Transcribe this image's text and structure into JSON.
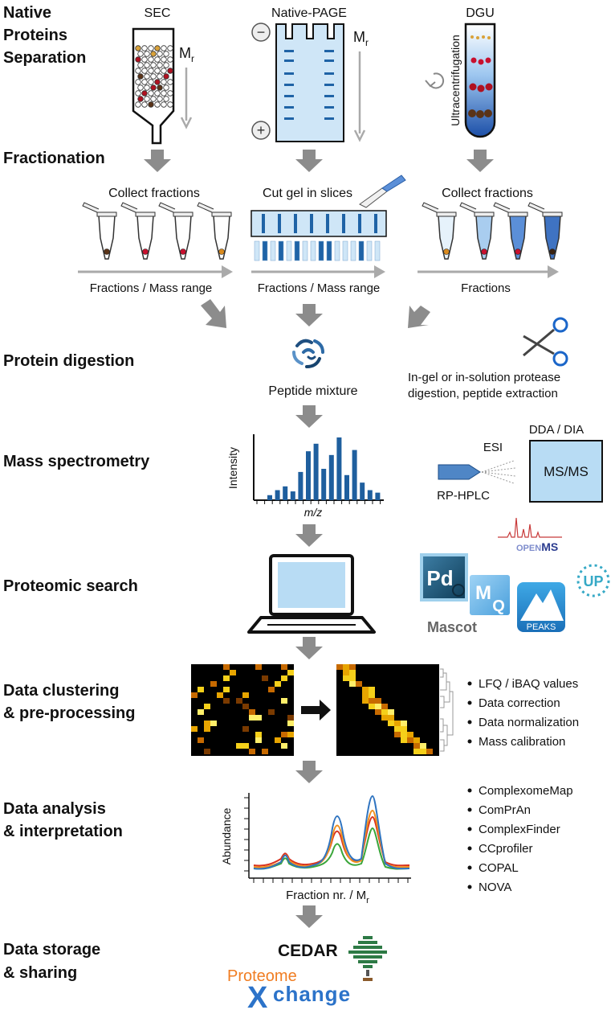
{
  "steps": {
    "separation": [
      "Native",
      "Proteins",
      "Separation"
    ],
    "fractionation": "Fractionation",
    "digestion": "Protein digestion",
    "ms": "Mass spectrometry",
    "search": "Proteomic search",
    "clustering": [
      "Data clustering",
      "& pre-processing"
    ],
    "analysis": [
      "Data analysis",
      "& interpretation"
    ],
    "storage": [
      "Data storage",
      "& sharing"
    ]
  },
  "separation": {
    "sec": "SEC",
    "page": "Native-PAGE",
    "dgu": "DGU",
    "mr": "M",
    "mr_sub": "r",
    "minus": "−",
    "plus": "+",
    "ultracentrifugation": "Ultracentrifugation"
  },
  "fractionation": {
    "collect_left": "Collect fractions",
    "cut_gel": "Cut gel in slices",
    "collect_right": "Collect fractions",
    "axis_left": "Fractions / Mass range",
    "axis_mid": "Fractions / Mass range",
    "axis_right": "Fractions"
  },
  "digestion": {
    "peptide_mixture": "Peptide mixture",
    "protease_line1": "In-gel or in-solution protease",
    "protease_line2": "digestion, peptide extraction"
  },
  "ms": {
    "ylabel": "Intensity",
    "xlabel": "m/z",
    "esi": "ESI",
    "dda_dia": "DDA / DIA",
    "msms": "MS/MS",
    "rphplc": "RP-HPLC",
    "spectrum": [
      0.08,
      0.16,
      0.22,
      0.14,
      0.45,
      0.78,
      0.9,
      0.5,
      0.72,
      1.0,
      0.4,
      0.8,
      0.28,
      0.16,
      0.12
    ]
  },
  "search": {
    "pd": "Pd",
    "mq_m": "M",
    "mq_q": "Q",
    "mascot": "Mascot",
    "peaks": "PEAKS",
    "openms_open": "OPEN",
    "openms_ms": "MS",
    "up": "UP"
  },
  "clustering": {
    "items": [
      "LFQ /  iBAQ values",
      "Data correction",
      "Data normalization",
      "Mass calibration"
    ]
  },
  "analysis": {
    "tools": [
      "ComplexomeMap",
      "ComPrAn",
      "ComplexFinder",
      "CCprofiler",
      "COPAL",
      "NOVA"
    ],
    "ylabel": "Abundance",
    "xlabel": "Fraction nr. / M",
    "xlabel_sub": "r"
  },
  "storage": {
    "cedar": "CEDAR",
    "proteome": "Proteome",
    "x": "X",
    "change": "change"
  },
  "colors": {
    "arrow": "#8c8c8c",
    "gel_fill": "#cfe6f7",
    "band": "#1f63a6",
    "bar": "#1f5f9e",
    "msms_fill": "#b8dcf4",
    "px_blue": "#2c73c9",
    "px_orange": "#f07d22",
    "cedar_green": "#2d7a45",
    "trace_blue": "#2f74c0",
    "trace_orange": "#f0901f",
    "trace_red": "#d9331f",
    "trace_green": "#3aa63a"
  }
}
